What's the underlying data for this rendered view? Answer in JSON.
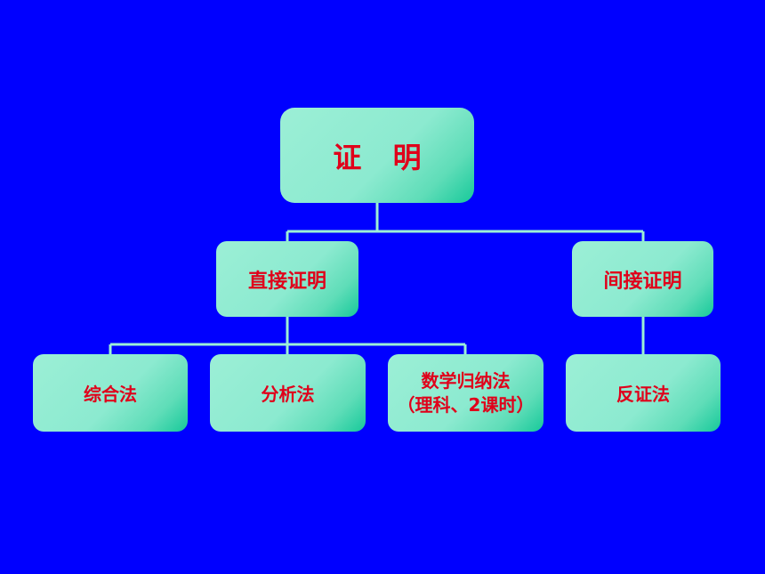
{
  "diagram": {
    "root": {
      "label": "证 明"
    },
    "branches": [
      {
        "label": "直接证明",
        "children": [
          {
            "label": "综合法"
          },
          {
            "label": "分析法"
          },
          {
            "label": "数学归纳法",
            "note": "（理科、2课时）"
          }
        ]
      },
      {
        "label": "间接证明",
        "children": [
          {
            "label": "反证法"
          }
        ]
      }
    ]
  },
  "colors": {
    "background": "#0000FF",
    "node_fill_light": "#9CEFD6",
    "node_fill_dark": "#17C99A",
    "connector": "#9CEFD6",
    "text": "#E0001A"
  }
}
